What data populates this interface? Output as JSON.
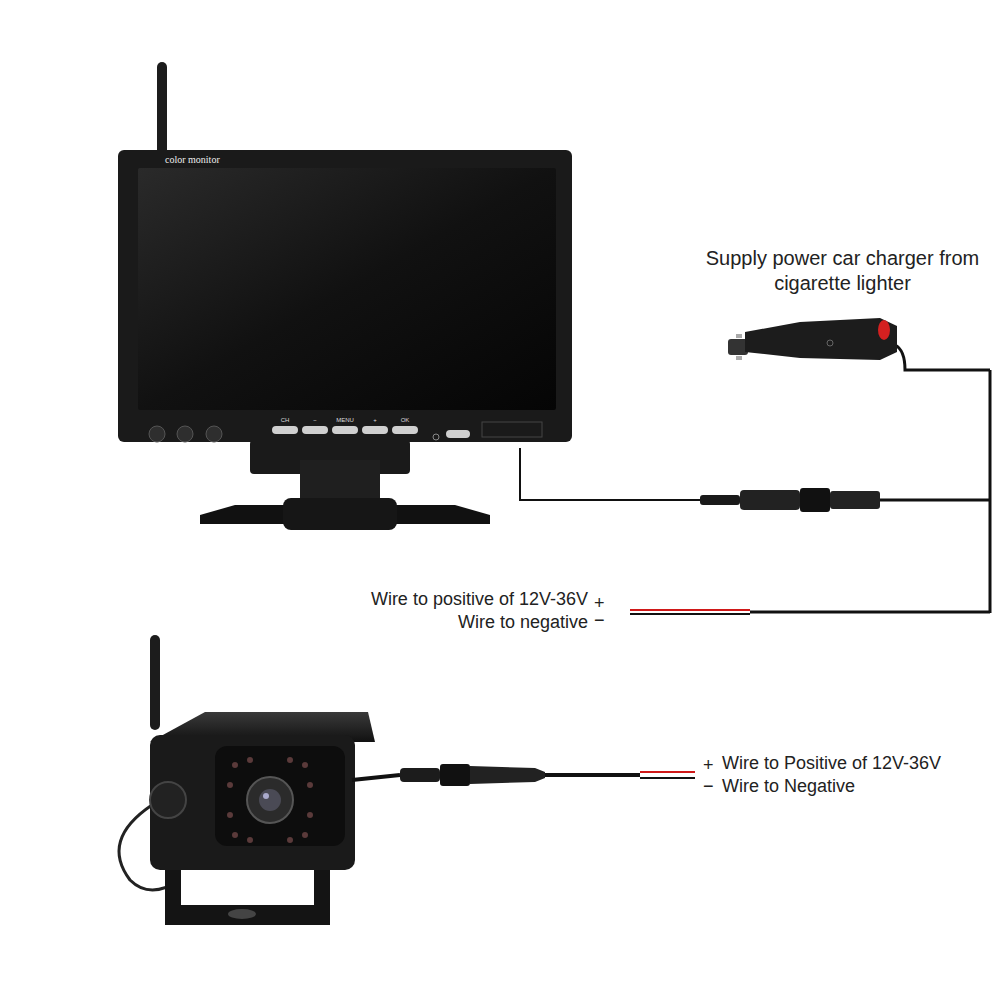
{
  "diagram": {
    "labels": [
      "color monitor",
      "CH",
      "−",
      "MENU",
      "+",
      "OK",
      "Supply power car charger from cigarette lighter",
      "Wire to positive of 12V-36V",
      "+",
      "Wire to negative",
      "−",
      "+",
      "Wire to Positive of 12V-36V",
      "−",
      "Wire to Negative"
    ]
  }
}
